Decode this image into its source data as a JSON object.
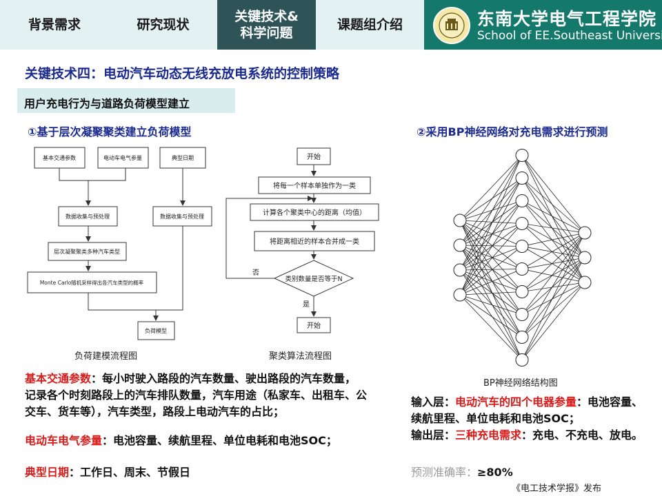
{
  "nav": {
    "tabs": [
      {
        "label": "背景需求"
      },
      {
        "label": "研究现状"
      },
      {
        "label": "关键技术&\n科学问题"
      },
      {
        "label": "课题组介绍"
      }
    ]
  },
  "brand": {
    "name_cn": "东南大学电气工程学院",
    "name_en": "School of EE.Southeast University"
  },
  "page_title": "关键技术四：电动汽车动态无线充放电系统的控制策略",
  "sub_banner": "用户充电行为与道路负荷模型建立",
  "left_section": {
    "heading": "①基于层次凝聚聚类建立负荷模型",
    "flow1": {
      "caption": "负荷建模流程图",
      "boxes": {
        "traffic_params": "基本交通参数",
        "ev_params": "电动车电气参量",
        "typical_day": "典型日期",
        "preprocess_a": "数据收集与预处理",
        "preprocess_b": "数据收集与预处理",
        "cluster": "层次凝聚聚类多种汽车类型",
        "montecarlo": "Monte Carlo随机采样得出各汽车类型的概率",
        "load_model": "负荷模型"
      }
    },
    "flow2": {
      "caption": "聚类算法流程图",
      "boxes": {
        "start": "开始",
        "each_class": "将每一个样本单独作为一类",
        "distance": "计算各个聚类中心的距离（均值）",
        "merge": "将距离相近的样本合并成一类",
        "decision": "类别数量是否等于N",
        "no": "否",
        "yes": "是",
        "end": "开始"
      }
    },
    "desc": {
      "p1_key": "基本交通参数",
      "p1_text": "：每小时驶入路段的汽车数量、驶出路段的汽车数量，记录各个时刻路段上的汽车排队数量，汽车用途（私家车、出租车、公交车、货车等），汽车类型，路段上电动汽车的占比；",
      "p2_key": "电动车电气参量",
      "p2_text": "：电池容量、续航里程、单位电耗和电池SOC；",
      "p3_key": "典型日期",
      "p3_text": "：工作日、周末、节假日"
    }
  },
  "right_section": {
    "heading": "②采用BP神经网络对充电需求进行预测",
    "caption": "BP神经网络结构图",
    "network": {
      "input_nodes": 4,
      "hidden_nodes": 10,
      "output_nodes": 3
    },
    "desc": {
      "input_label": "输入层：",
      "input_key": "电动汽车的四个电器参量",
      "input_text": "：电池容量、续航里程、单位电耗和电池SOC；",
      "output_label": "输出层：",
      "output_key": "三种充电需求",
      "output_text": "：充电、不充电、放电。",
      "accuracy_label": "预测准确率：",
      "accuracy_value": "≥80%"
    }
  },
  "footer": "《电工技术学报》发布",
  "colors": {
    "nav_bg": "#e3f1f3",
    "nav_active": "#2e5458",
    "brand": "#14786a",
    "title_blue": "#1b2a8e",
    "key_red": "#d81a1a"
  }
}
